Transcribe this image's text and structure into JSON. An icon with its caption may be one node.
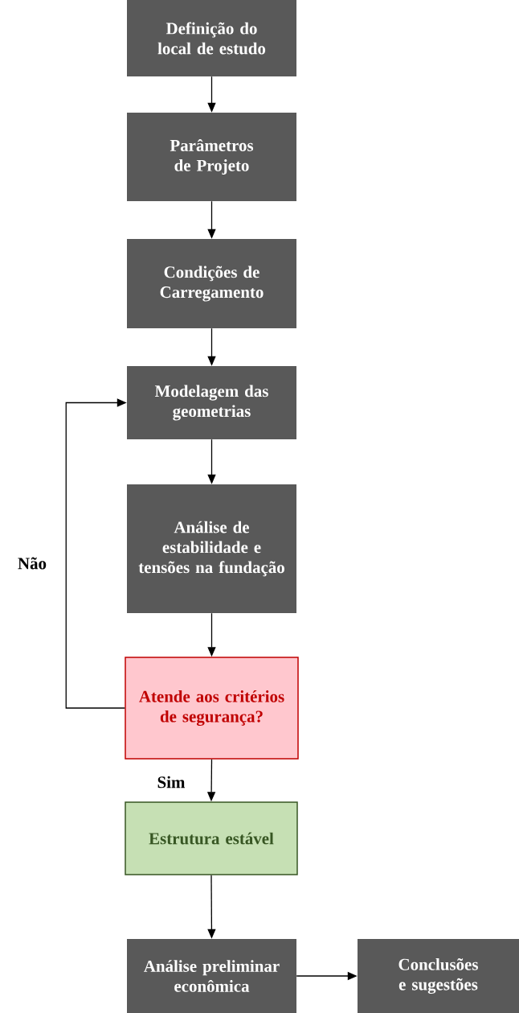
{
  "diagram": {
    "nodes": [
      {
        "text": [
          "Definição do local de estudo"
        ]
      },
      {
        "text": [
          "Parâmetros de Projeto"
        ]
      },
      {
        "text": [
          "Condições de Carregamento"
        ]
      },
      {
        "text": [
          "Modelagem das geometrias"
        ]
      },
      {
        "text": [
          "Análise de estabilidade e tensões na fundação"
        ]
      },
      {
        "text": [
          "Atende aos critérios de segurança?"
        ]
      },
      {
        "text": [
          "Estrutura estável"
        ]
      },
      {
        "text": [
          "Análise preliminar econômica"
        ]
      },
      {
        "text": [
          "Conclusões e sugestões"
        ]
      }
    ],
    "edges": [
      {
        "from": 0,
        "to": 1,
        "arrow": "to"
      },
      {
        "from": 1,
        "to": 2,
        "arrow": "to"
      },
      {
        "from": 2,
        "to": 3,
        "arrow": "to"
      },
      {
        "from": 3,
        "to": 4,
        "arrow": "to"
      },
      {
        "from": 4,
        "to": 5,
        "arrow": "to"
      },
      {
        "from": 5,
        "to": 3,
        "arrow": "to",
        "label": "Não"
      },
      {
        "from": 5,
        "to": 6,
        "arrow": "to",
        "label": "Sim"
      },
      {
        "from": 6,
        "to": 7,
        "arrow": "to"
      },
      {
        "from": 7,
        "to": 8,
        "arrow": "to"
      }
    ]
  }
}
